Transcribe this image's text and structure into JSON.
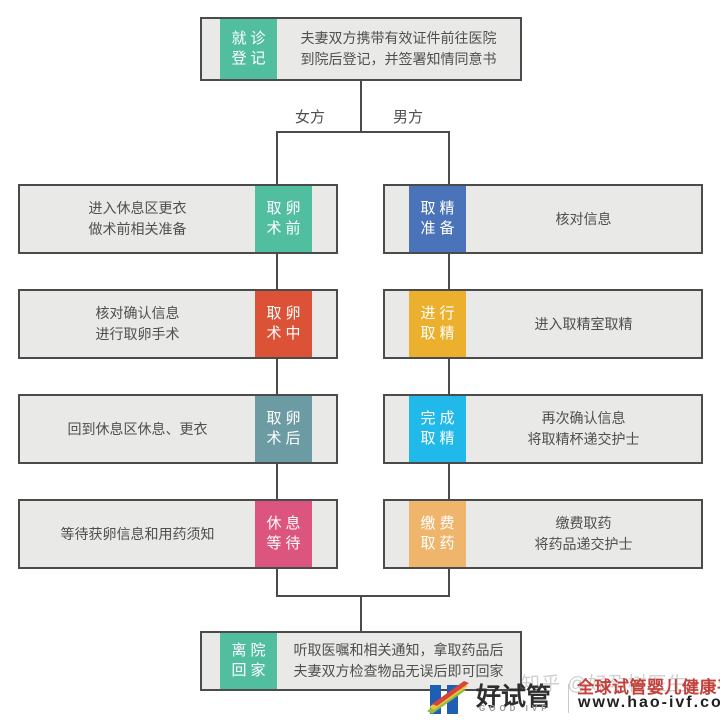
{
  "colors": {
    "border": "#4B4B4B",
    "box_bg": "#E9E9E7",
    "text": "#4F4F4F",
    "brand_blue": "#1E5EB4",
    "brand_red": "#C4403A"
  },
  "branches": {
    "left": "女方",
    "right": "男方"
  },
  "nodes": {
    "register": {
      "label1": "就诊",
      "label2": "登记",
      "line1": "夫妻双方携带有效证件前往医院",
      "line2": "到院后登记，并签署知情同意书",
      "color": "#52BEA0"
    },
    "left": [
      {
        "label1": "取卵",
        "label2": "术前",
        "line1": "进入休息区更衣",
        "line2": "做术前相关准备",
        "color": "#52BEA0"
      },
      {
        "label1": "取卵",
        "label2": "术中",
        "line1": "核对确认信息",
        "line2": "进行取卵手术",
        "color": "#DB5237"
      },
      {
        "label1": "取卵",
        "label2": "术后",
        "line1": "回到休息区休息、更衣",
        "line2": "",
        "color": "#6C9BA3"
      },
      {
        "label1": "休息",
        "label2": "等待",
        "line1": "等待获卵信息和用药须知",
        "line2": "",
        "color": "#DC557E"
      }
    ],
    "right": [
      {
        "label1": "取精",
        "label2": "准备",
        "line1": "核对信息",
        "line2": "",
        "color": "#4A73BA"
      },
      {
        "label1": "进行",
        "label2": "取精",
        "line1": "进入取精室取精",
        "line2": "",
        "color": "#ECB02F"
      },
      {
        "label1": "完成",
        "label2": "取精",
        "line1": "再次确认信息",
        "line2": "将取精杯递交护士",
        "color": "#20B9E9"
      },
      {
        "label1": "缴费",
        "label2": "取药",
        "line1": "缴费取药",
        "line2": "将药品递交护士",
        "color": "#EFB56C"
      }
    ],
    "leave": {
      "label1": "离院",
      "label2": "回家",
      "line1": "听取医嘱和相关通知，拿取药品后",
      "line2": "夫妻双方检查物品无误后即可回家",
      "color": "#52BEA0"
    }
  },
  "footer": {
    "brand_cn": "好试管",
    "brand_en": "GOOD IVF",
    "tagline": "全球试管婴儿健康平台",
    "url": "www.hao-ivf.com",
    "watermark": "知乎 @好孕树医生"
  }
}
